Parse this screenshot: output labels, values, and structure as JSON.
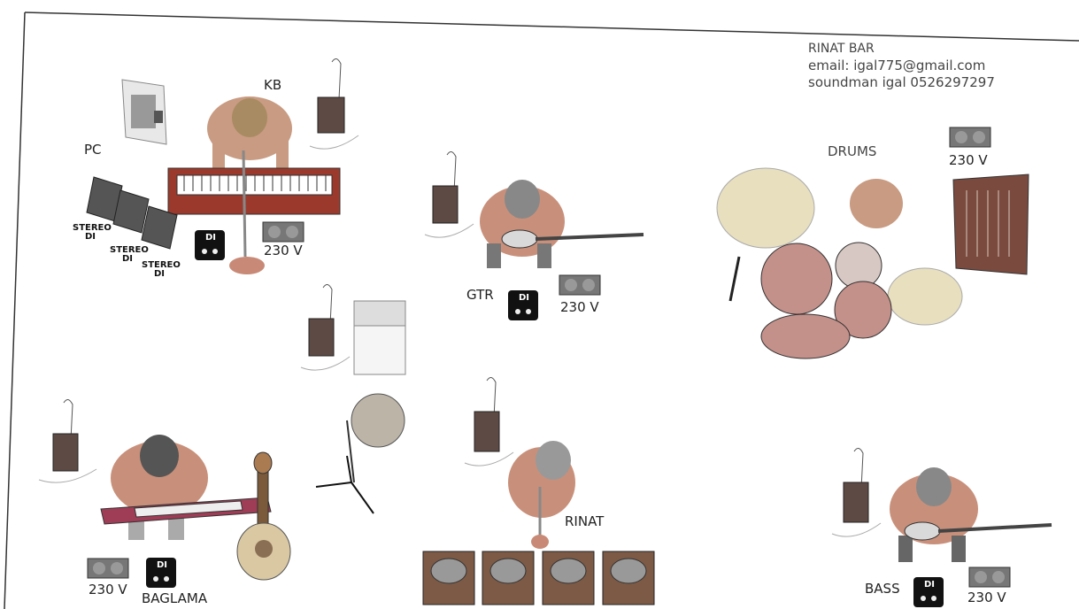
{
  "contact": {
    "name": "RINAT BAR",
    "email": "email: igal775@gmail.com",
    "phone": "soundman igal 0526297297"
  },
  "labels": {
    "kb": "KB",
    "pc": "PC",
    "drums": "DRUMS",
    "gtr": "GTR",
    "rinat": "RINAT",
    "bass": "BASS",
    "baglama": "BAGLAMA",
    "stereo_di": "STEREO DI",
    "di": "DI"
  },
  "power": {
    "kb": "230 V",
    "gtr": "230 V",
    "drums": "230 V",
    "baglama": "230 V",
    "bass": "230 V"
  },
  "icons": [
    "laptop-icon",
    "keyboard-icon",
    "musician-icon",
    "wireless-pack-icon",
    "di-box-icon",
    "power-outlet-icon",
    "drum-kit-icon",
    "mixer-icon",
    "mic-stand-icon",
    "chair-icon",
    "monitor-wedge-icon",
    "baglama-icon",
    "guitar-icon"
  ]
}
